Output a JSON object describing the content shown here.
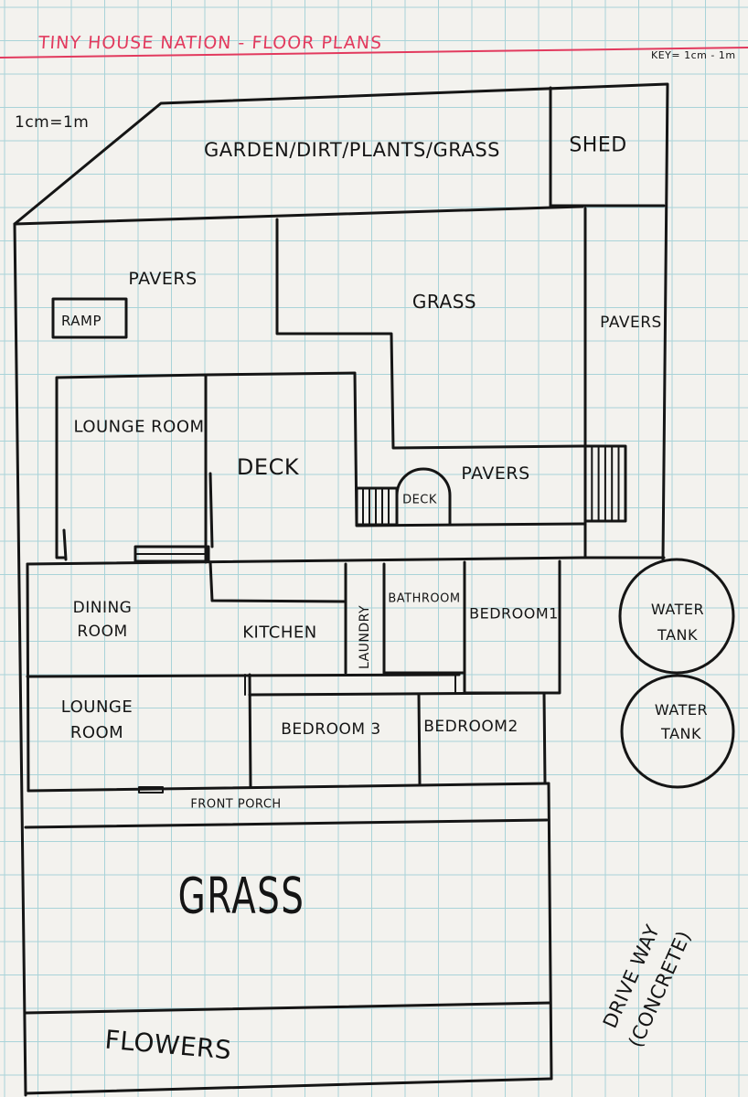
{
  "header": {
    "title": "TINY HOUSE NATION - FLOOR PLANS",
    "key": "KEY= 1cm - 1m"
  },
  "scale_note": "1cm=1m",
  "labels": {
    "garden": "GARDEN/DIRT/PLANTS/GRASS",
    "shed": "SHED",
    "pavers_top": "PAVERS",
    "ramp": "RAMP",
    "grass_back": "GRASS",
    "pavers_side": "PAVERS",
    "lounge_room_1": "LOUNGE ROOM",
    "deck": "DECK",
    "deck_small": "DECK",
    "pavers_mid": "PAVERS",
    "dining_room": "DINING ROOM",
    "kitchen": "KITCHEN",
    "laundry": "LAUNDRY",
    "bathroom": "BATHROOM",
    "bedroom_1": "BEDROOM1",
    "water_tank_1": "WATER TANK",
    "lounge_room_2": "LOUNGE ROOM",
    "bedroom_3": "BEDROOM 3",
    "bedroom_2": "BEDROOM2",
    "water_tank_2": "WATER TANK",
    "front_porch": "FRONT PORCH",
    "grass_front": "GRASS",
    "driveway": "DRIVE WAY (CONCRETE)",
    "flowers": "FLOWERS"
  },
  "colors": {
    "ink": "#151515",
    "grid": "#a9d3d8",
    "paper": "#f3f2ee",
    "title": "#e23a5e"
  }
}
